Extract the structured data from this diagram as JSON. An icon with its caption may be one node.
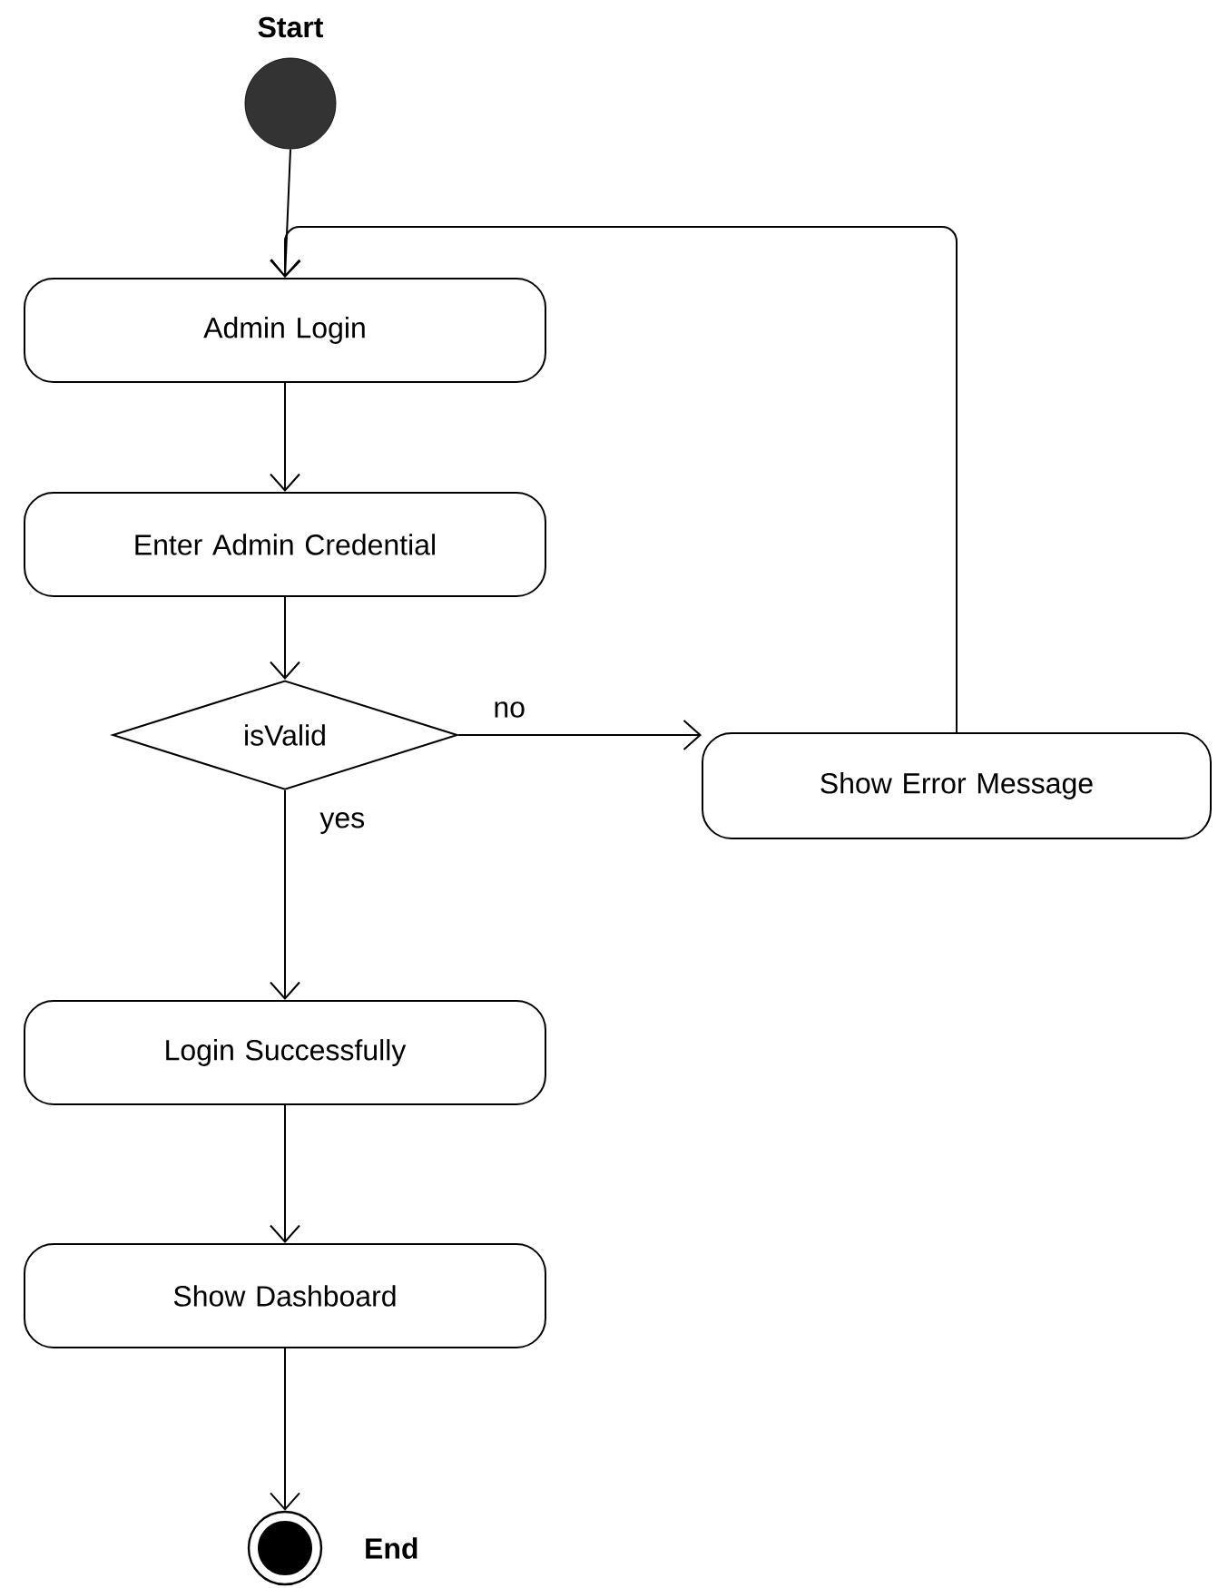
{
  "diagram": {
    "nodes": [
      {
        "text": [
          "Start"
        ]
      },
      {
        "text": [
          "Admin Login"
        ]
      },
      {
        "text": [
          "Enter Admin Credential"
        ]
      },
      {
        "text": [
          "isValid"
        ]
      },
      {
        "text": [
          "Show Error Message"
        ]
      },
      {
        "text": [
          "Login Successfully"
        ]
      },
      {
        "text": [
          "Show Dashboard"
        ]
      },
      {
        "text": [
          "End"
        ]
      }
    ],
    "edges": [
      {
        "from": 0,
        "to": 1,
        "arrow": "to"
      },
      {
        "from": 1,
        "to": 2,
        "arrow": "to"
      },
      {
        "from": 2,
        "to": 3,
        "arrow": "to"
      },
      {
        "from": 3,
        "to": 4,
        "arrow": "to",
        "label": "no"
      },
      {
        "from": 4,
        "to": 1,
        "arrow": "to"
      },
      {
        "from": 3,
        "to": 5,
        "arrow": "to",
        "label": "yes"
      },
      {
        "from": 5,
        "to": 6,
        "arrow": "to"
      },
      {
        "from": 6,
        "to": 7,
        "arrow": "to"
      }
    ]
  }
}
